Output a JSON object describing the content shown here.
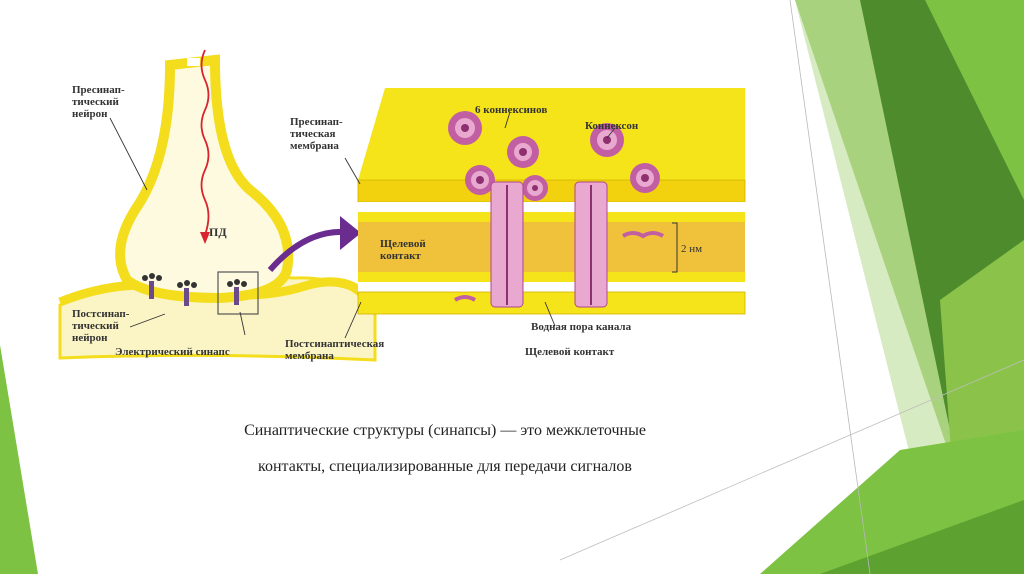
{
  "figure": {
    "presynaptic_neuron": "Пресинап-\nтический\nнейрон",
    "ap_label": "ПД",
    "postsynaptic_neuron": "Постсинап-\nтический\nнейрон",
    "electric_synapse": "Электрический синапс",
    "presynaptic_membrane": "Пресинап-\nтическая\nмембрана",
    "connexins": "6 коннексинов",
    "connexon": "Коннексон",
    "gap_contact_side": "Щелевой\nконтакт",
    "gap_width": "2 нм",
    "water_pore": "Водная пора канала",
    "postsynaptic_membrane": "Постсинаптическая\nмембрана",
    "gap_contact_bottom": "Щелевой контакт"
  },
  "caption": {
    "line1": "Синаптические структуры (синапсы) — это межклеточные",
    "line2": "контакты, специализированные для передачи сигналов"
  },
  "colors": {
    "accent_green": "#7dc242",
    "dark_green": "#4e8b2c",
    "membrane_yellow": "#f5e41a",
    "connexon_pink": "#e8a8cf",
    "connexin_purple": "#b0468c"
  }
}
